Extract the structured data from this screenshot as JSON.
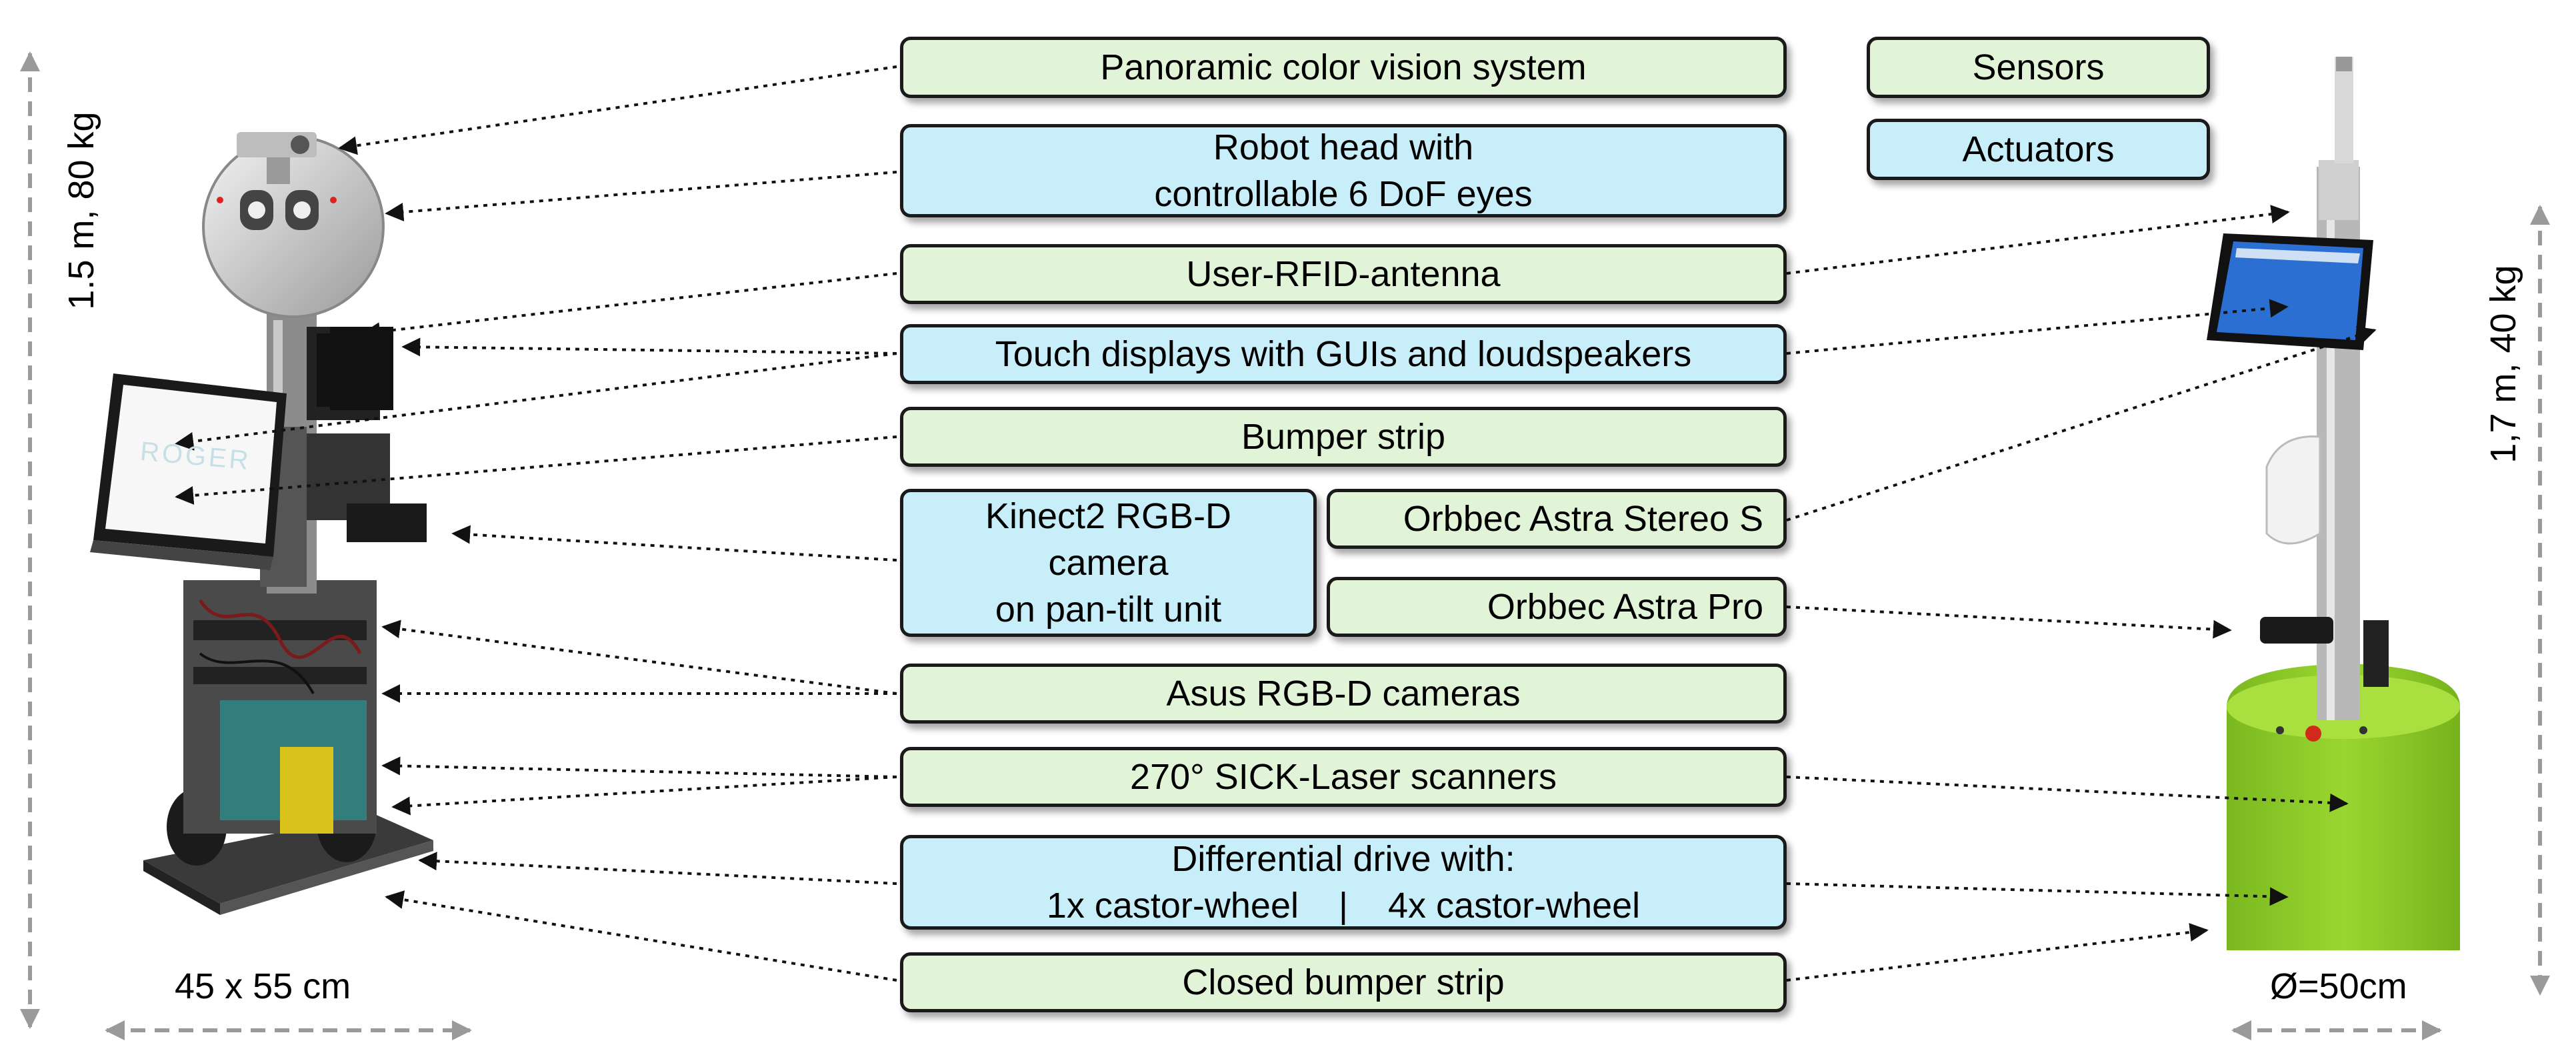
{
  "legend": {
    "sensors": "Sensors",
    "actuators": "Actuators"
  },
  "labels": {
    "panoramic": "Panoramic color vision system",
    "head_line1": "Robot head with",
    "head_line2": "controllable 6 DoF eyes",
    "rfid": "User-RFID-antenna",
    "touch": "Touch displays with GUIs and loudspeakers",
    "bumper": "Bumper strip",
    "kinect_line1": "Kinect2 RGB-D",
    "kinect_line2": "camera",
    "kinect_line3": "on pan-tilt unit",
    "orbbec_stereo": "Orbbec Astra Stereo S",
    "orbbec_pro": "Orbbec Astra Pro",
    "asus": "Asus RGB-D cameras",
    "sick": "270° SICK-Laser scanners",
    "drive_line1": "Differential drive with:",
    "drive_line2": "1x castor-wheel    |    4x castor-wheel",
    "closed_bumper": "Closed bumper strip"
  },
  "dimensions": {
    "left_height": "1.5 m, 80 kg",
    "left_footprint": "45 x 55 cm",
    "right_height": "1,7 m, 40 kg",
    "right_footprint": "Ø=50cm"
  },
  "screens": {
    "left_display_logo": "ROGER"
  },
  "colors": {
    "sensor": "#e2f4d8",
    "actuator": "#c8eef9",
    "robot_right_body": "#93d12a",
    "column": "#b8b8b8"
  }
}
